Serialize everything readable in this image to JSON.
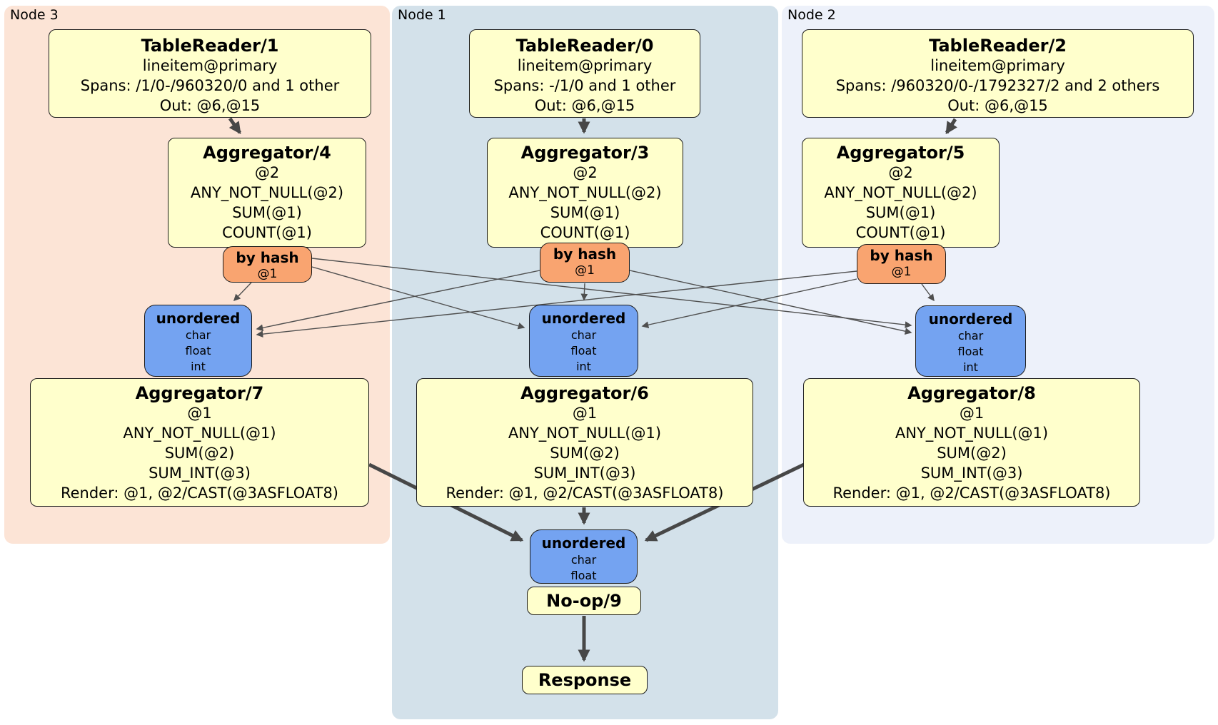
{
  "regions": [
    {
      "label": "Node 3"
    },
    {
      "label": "Node 1"
    },
    {
      "label": "Node 2"
    }
  ],
  "colors": {
    "node3_bg": "#fce4d6",
    "node1_bg": "#d3e1ea",
    "node2_bg": "#edf1fa",
    "processor_fill": "#ffffcc",
    "router_fill": "#f9a470",
    "stream_fill": "#74a3f1",
    "edge": "#4f4f4f"
  },
  "boxes": {
    "tr1": {
      "title": "TableReader/1",
      "lines": [
        "lineitem@primary",
        "Spans: /1/0-/960320/0 and 1 other",
        "Out: @6,@15"
      ]
    },
    "tr0": {
      "title": "TableReader/0",
      "lines": [
        "lineitem@primary",
        "Spans: -/1/0 and 1 other",
        "Out: @6,@15"
      ]
    },
    "tr2": {
      "title": "TableReader/2",
      "lines": [
        "lineitem@primary",
        "Spans: /960320/0-/1792327/2 and 2 others",
        "Out: @6,@15"
      ]
    },
    "agg4": {
      "title": "Aggregator/4",
      "lines": [
        "@2",
        "ANY_NOT_NULL(@2)",
        "SUM(@1)",
        "COUNT(@1)"
      ]
    },
    "agg3": {
      "title": "Aggregator/3",
      "lines": [
        "@2",
        "ANY_NOT_NULL(@2)",
        "SUM(@1)",
        "COUNT(@1)"
      ]
    },
    "agg5": {
      "title": "Aggregator/5",
      "lines": [
        "@2",
        "ANY_NOT_NULL(@2)",
        "SUM(@1)",
        "COUNT(@1)"
      ]
    },
    "agg7": {
      "title": "Aggregator/7",
      "lines": [
        "@1",
        "ANY_NOT_NULL(@1)",
        "SUM(@2)",
        "SUM_INT(@3)",
        "Render: @1, @2/CAST(@3ASFLOAT8)"
      ]
    },
    "agg6": {
      "title": "Aggregator/6",
      "lines": [
        "@1",
        "ANY_NOT_NULL(@1)",
        "SUM(@2)",
        "SUM_INT(@3)",
        "Render: @1, @2/CAST(@3ASFLOAT8)"
      ]
    },
    "agg8": {
      "title": "Aggregator/8",
      "lines": [
        "@1",
        "ANY_NOT_NULL(@1)",
        "SUM(@2)",
        "SUM_INT(@3)",
        "Render: @1, @2/CAST(@3ASFLOAT8)"
      ]
    },
    "noop": {
      "title": "No-op/9"
    },
    "response": {
      "title": "Response"
    }
  },
  "routers": {
    "by3": {
      "title": "by hash",
      "lines": [
        "@1"
      ]
    },
    "by1": {
      "title": "by hash",
      "lines": [
        "@1"
      ]
    },
    "by2": {
      "title": "by hash",
      "lines": [
        "@1"
      ]
    }
  },
  "streams": {
    "un3": {
      "title": "unordered",
      "lines": [
        "char",
        "float",
        "int"
      ]
    },
    "un1": {
      "title": "unordered",
      "lines": [
        "char",
        "float",
        "int"
      ]
    },
    "un2": {
      "title": "unordered",
      "lines": [
        "char",
        "float",
        "int"
      ]
    },
    "unf": {
      "title": "unordered",
      "lines": [
        "char",
        "float"
      ]
    }
  }
}
